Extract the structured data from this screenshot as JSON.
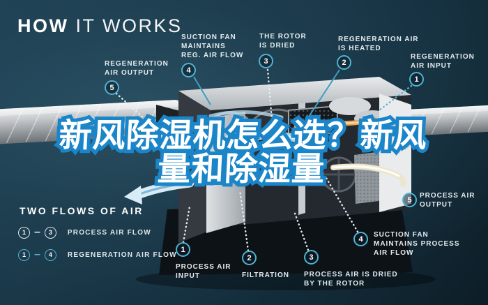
{
  "title": {
    "bold": "HOW",
    "light": " IT WORKS"
  },
  "overlay_title": {
    "line1": "新风除湿机怎么选？新风",
    "line2": "量和除湿量"
  },
  "callouts": {
    "reg_air_output": {
      "num": "5",
      "line1": "REGENERATION",
      "line2": "AIR OUTPUT"
    },
    "suction_fan_reg": {
      "num": "4",
      "line1": "SUCTION FAN",
      "line2": "MAINTAINS",
      "line3": "REG. AIR FLOW"
    },
    "rotor_dried": {
      "num": "3",
      "line1": "THE ROTOR",
      "line2": "IS DRIED"
    },
    "reg_air_heated": {
      "num": "2",
      "line1": "REGENERATION AIR",
      "line2": "IS HEATED"
    },
    "reg_air_input": {
      "num": "1",
      "line1": "REGENERATION",
      "line2": "AIR INPUT"
    },
    "process_air_input": {
      "num": "1",
      "line1": "PROCESS AIR",
      "line2": "INPUT"
    },
    "filtration": {
      "num": "2",
      "line1": "FILTRATION"
    },
    "process_air_dried": {
      "num": "3",
      "line1": "PROCESS AIR IS DRIED",
      "line2": "BY THE ROTOR"
    },
    "suction_fan_process": {
      "num": "4",
      "line1": "SUCTION FAN",
      "line2": "MAINTAINS PROCESS",
      "line3": "AIR FLOW"
    },
    "process_air_output": {
      "num": "5",
      "line1": "PROCESS AIR",
      "line2": "OUTPUT"
    }
  },
  "legend": {
    "heading": "TWO FLOWS OF AIR",
    "range_dash": "–",
    "process": {
      "from": "1",
      "to": "3",
      "label": "PROCESS AIR FLOW"
    },
    "regeneration": {
      "from": "1",
      "to": "4",
      "label": "REGENERATION AIR FLOW"
    }
  },
  "colors": {
    "background_navy": "#17303f",
    "accent_cyan": "#4fb3d2",
    "overlay_blue": "#1a85c8",
    "flow_blue": "#cfe9f7",
    "heat_orange": "#e8a24e",
    "label_text": "#e4ebef"
  }
}
